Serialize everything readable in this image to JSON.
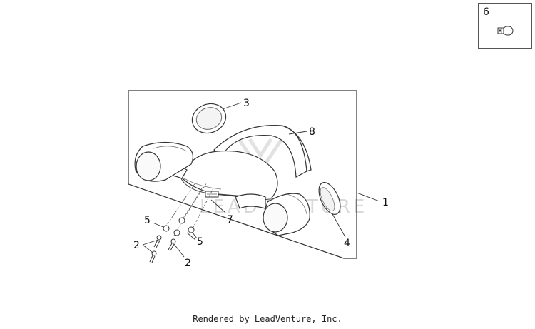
{
  "inset": {
    "label": "6"
  },
  "watermark": "LEADVENTURE",
  "callouts": {
    "c1": "1",
    "c2a": "2",
    "c2b": "2",
    "c3": "3",
    "c4": "4",
    "c5a": "5",
    "c5b": "5",
    "c7": "7",
    "c8": "8"
  },
  "footer": "Rendered by LeadVenture, Inc."
}
